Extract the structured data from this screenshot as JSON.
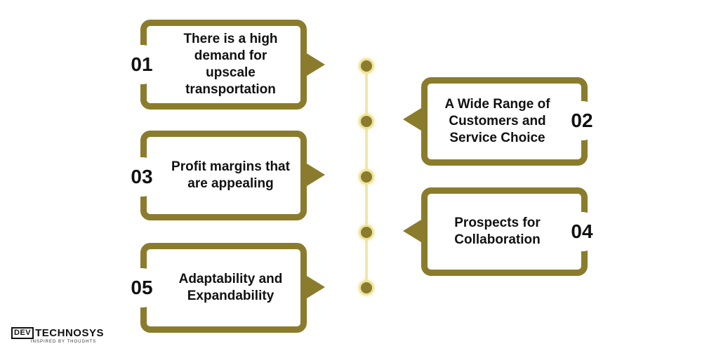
{
  "colors": {
    "accent": "#8a7c2c",
    "glow": "#efe39a",
    "text": "#111111"
  },
  "items": [
    {
      "number": "01",
      "text": "There is a high demand for upscale transportation",
      "side": "left"
    },
    {
      "number": "02",
      "text": "A Wide Range of Customers and Service Choice",
      "side": "right"
    },
    {
      "number": "03",
      "text": "Profit margins that are appealing",
      "side": "left"
    },
    {
      "number": "04",
      "text": "Prospects for Collaboration",
      "side": "right"
    },
    {
      "number": "05",
      "text": "Adaptability and Expandability",
      "side": "left"
    }
  ],
  "logo": {
    "mark": "DEV",
    "name": "TECHNOSYS",
    "tagline": "INSPIRED BY THOUGHTS"
  }
}
